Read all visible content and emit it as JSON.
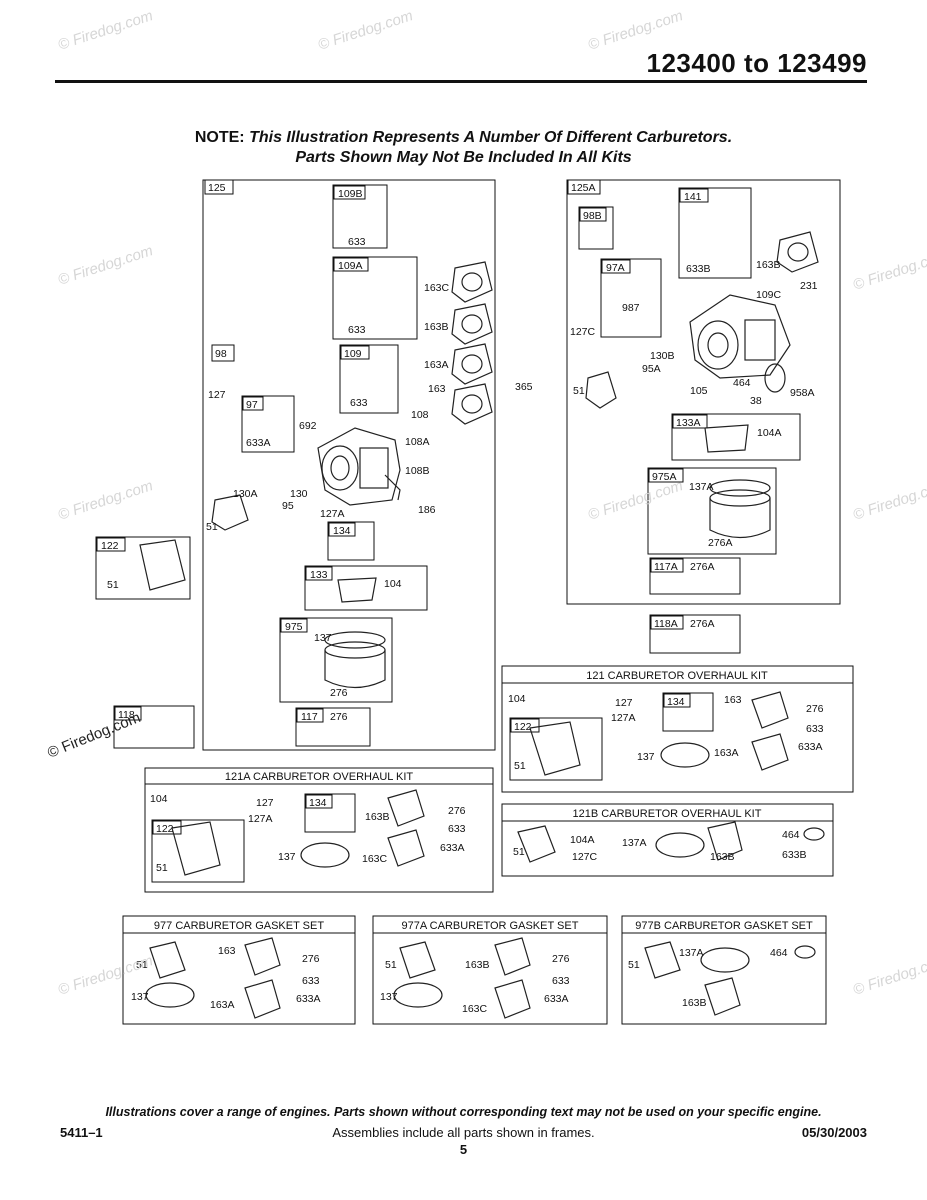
{
  "header": {
    "range": "123400 to 123499"
  },
  "note": {
    "lead": "NOTE:",
    "line1": "This Illustration Represents A Number Of Different Carburetors.",
    "line2": "Parts Shown May Not Be Included In All Kits"
  },
  "watermark": {
    "text": "© Firedog.com"
  },
  "frames": [
    {
      "key": "125",
      "label": "125"
    },
    {
      "key": "125A",
      "label": "125A"
    },
    {
      "key": "122",
      "label": "122"
    },
    {
      "key": "118",
      "label": "118"
    }
  ],
  "callouts_left": [
    "109B",
    "633",
    "109A",
    "633",
    "163C",
    "163B",
    "163A",
    "163",
    "98",
    "127",
    "97",
    "633A",
    "109",
    "633",
    "692",
    "108",
    "108A",
    "108B",
    "186",
    "130A",
    "130",
    "95",
    "127A",
    "51",
    "134",
    "133",
    "104",
    "975",
    "137",
    "276",
    "117",
    "276"
  ],
  "callouts_right": [
    "98B",
    "141",
    "633B",
    "163B",
    "231",
    "97A",
    "109C",
    "987",
    "127C",
    "130B",
    "95A",
    "365",
    "51",
    "105",
    "464",
    "38",
    "958A",
    "133A",
    "104A",
    "975A",
    "137A",
    "276A",
    "117A",
    "276A",
    "118A",
    "276A"
  ],
  "kits": {
    "k121": {
      "title": "121 CARBURETOR OVERHAUL KIT",
      "parts": [
        "104",
        "127",
        "127A",
        "134",
        "163",
        "276",
        "633",
        "633A",
        "122",
        "51",
        "137",
        "163A"
      ]
    },
    "k121A": {
      "title": "121A CARBURETOR OVERHAUL KIT",
      "parts": [
        "104",
        "127",
        "127A",
        "134",
        "163B",
        "276",
        "633",
        "633A",
        "122",
        "51",
        "137",
        "163C"
      ]
    },
    "k121B": {
      "title": "121B CARBURETOR OVERHAUL KIT",
      "parts": [
        "51",
        "104A",
        "127C",
        "137A",
        "163B",
        "464",
        "633B"
      ]
    },
    "k977": {
      "title": "977 CARBURETOR GASKET SET",
      "parts": [
        "51",
        "163",
        "276",
        "633",
        "137",
        "163A",
        "633A"
      ]
    },
    "k977A": {
      "title": "977A CARBURETOR GASKET SET",
      "parts": [
        "51",
        "163B",
        "276",
        "633",
        "137",
        "163C",
        "633A"
      ]
    },
    "k977B": {
      "title": "977B CARBURETOR GASKET SET",
      "parts": [
        "51",
        "137A",
        "464",
        "163B"
      ]
    }
  },
  "footer": {
    "disclaimer": "Illustrations cover a range of engines. Parts shown without corresponding text may not be used on your specific engine.",
    "assemblies": "Assemblies include all parts shown in frames.",
    "doc_number": "5411–1",
    "date": "05/30/2003",
    "page": "5"
  }
}
